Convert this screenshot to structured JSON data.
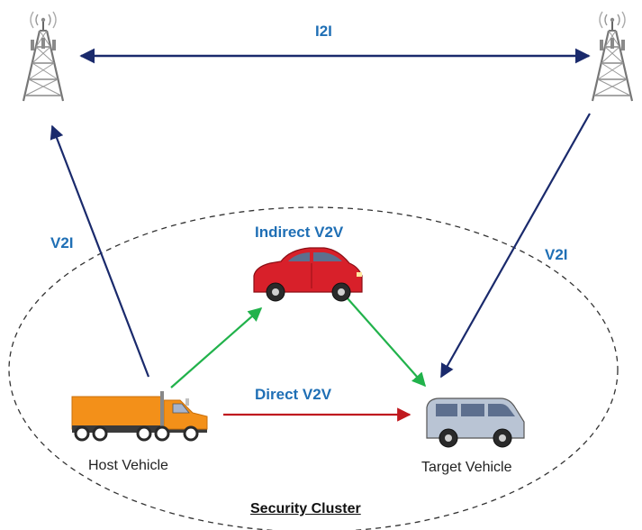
{
  "labels": {
    "i2i": "I2I",
    "v2i_left": "V2I",
    "v2i_right": "V2I",
    "indirect_v2v": "Indirect V2V",
    "direct_v2v": "Direct V2V",
    "host_vehicle": "Host Vehicle",
    "target_vehicle": "Target Vehicle",
    "security_cluster": "Security Cluster"
  },
  "colors": {
    "infrastructure_link": "#1a2a6c",
    "indirect_link": "#21b24b",
    "direct_link": "#c0191f",
    "label_text": "#1f6fb5",
    "truck": "#f39019",
    "car": "#d8202a",
    "van": "#b9c4d4"
  },
  "icons": {
    "left_tower": "cell-tower-icon",
    "right_tower": "cell-tower-icon",
    "host": "truck-icon",
    "relay": "car-icon",
    "target": "van-icon"
  }
}
